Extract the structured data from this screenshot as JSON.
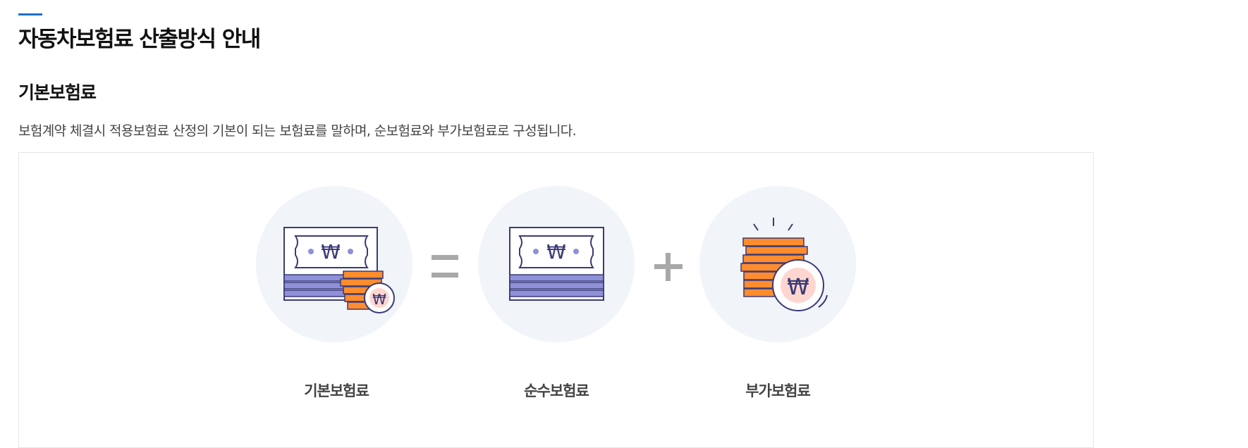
{
  "header": {
    "title": "자동차보험료 산출방식 안내"
  },
  "section": {
    "title": "기본보험료",
    "description": "보험계약 체결시 적용보험료 산정의 기본이 되는 보험료를 말하며, 순보험료와 부가보험료로 구성됩니다."
  },
  "formula": {
    "terms": [
      {
        "label": "기본보험료",
        "icon": "bill-and-coins-icon"
      },
      {
        "label": "순수보험료",
        "icon": "bills-stack-icon"
      },
      {
        "label": "부가보험료",
        "icon": "coin-stack-icon"
      }
    ],
    "operators": [
      "=",
      "+"
    ],
    "currency_symbol": "₩"
  },
  "colors": {
    "accent": "#1f6fd0",
    "circle_bg": "#f1f4f8",
    "bill_stroke": "#3a3a78",
    "bill_stripe": "#8e90d8",
    "coin": "#ff8c2e",
    "coin_face": "#ffd6cf",
    "operator": "#a8a8a8"
  }
}
